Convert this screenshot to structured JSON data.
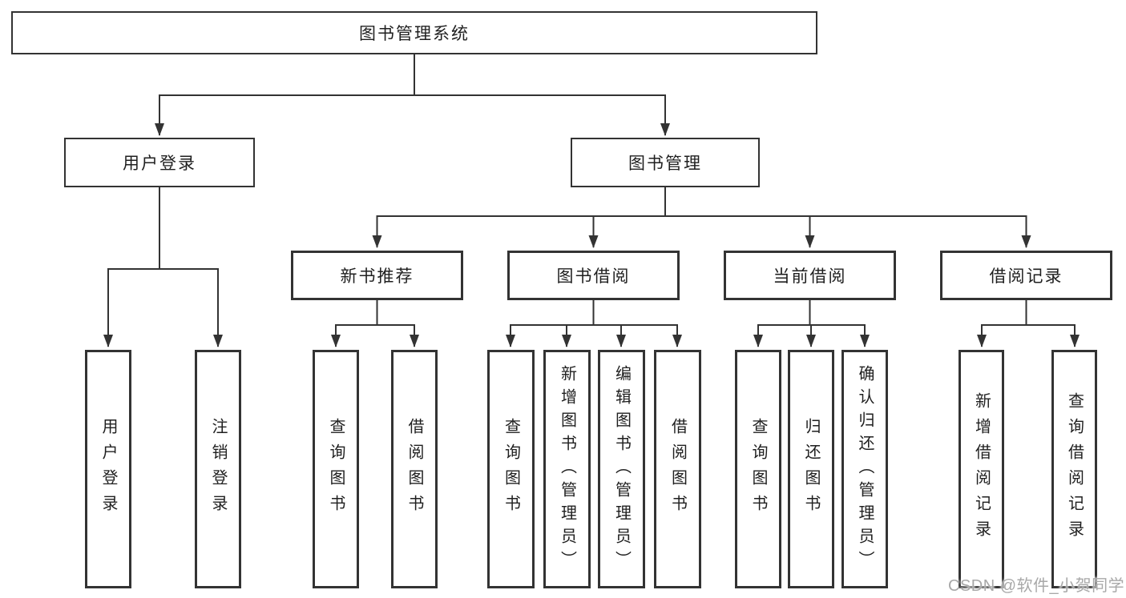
{
  "diagram": {
    "tree": {
      "label": "图书管理系统",
      "children": [
        {
          "label": "用户登录",
          "children": [
            {
              "label": "用户登录"
            },
            {
              "label": "注销登录"
            }
          ]
        },
        {
          "label": "图书管理",
          "children": [
            {
              "label": "新书推荐",
              "children": [
                {
                  "label": "查询图书"
                },
                {
                  "label": "借阅图书"
                }
              ]
            },
            {
              "label": "图书借阅",
              "children": [
                {
                  "label": "查询图书"
                },
                {
                  "label": "新增图书（管理员）"
                },
                {
                  "label": "编辑图书（管理员）"
                },
                {
                  "label": "借阅图书"
                }
              ]
            },
            {
              "label": "当前借阅",
              "children": [
                {
                  "label": "查询图书"
                },
                {
                  "label": "归还图书"
                },
                {
                  "label": "确认归还（管理员）"
                }
              ]
            },
            {
              "label": "借阅记录",
              "children": [
                {
                  "label": "新增借阅记录"
                },
                {
                  "label": "查询借阅记录"
                }
              ]
            }
          ]
        }
      ]
    },
    "colors": {
      "line": "#333333",
      "box_border": "#333333",
      "box_background": "#ffffff",
      "text": "#1f1f1f",
      "watermark": "#a8a8a8"
    }
  },
  "watermark": {
    "text": "CSDN @软件_小贺同学"
  }
}
